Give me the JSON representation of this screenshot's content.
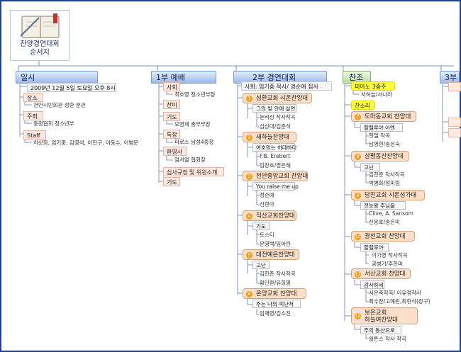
{
  "root": {
    "title_line1": "찬양경연대회",
    "title_line2": "순서지"
  },
  "col1": {
    "header": "일시",
    "date": "2009년 12월 5일 토요일 오후 8시",
    "place_label": "장소",
    "place_value": "천안시민회관 성환 분관",
    "host_label": "주최",
    "host_value": "충청협회 청소년부",
    "staff_label": "Staff",
    "staff_value": "차상화, 엄기중, 김영석, 이한구, 이동수, 이병문"
  },
  "col2": {
    "header": "1부 예배",
    "items": [
      {
        "label": "사회",
        "value": "최호영 청소년부장"
      },
      {
        "label": "찬미",
        "value": ""
      },
      {
        "label": "기도",
        "value": "오영재 총무부장"
      },
      {
        "label": "특창",
        "value": "파로스 남성4중창"
      },
      {
        "label": "환영사",
        "value": "염서열 협회장"
      },
      {
        "label": "심사규정 및 위원소개",
        "value": ""
      },
      {
        "label": "기도",
        "value": ""
      }
    ]
  },
  "col3": {
    "header": "2부 경연대회",
    "mc": "사회: 엄기중 목사/ 경순애 집사",
    "groups": [
      {
        "num": "1",
        "name": "성환교회 시온찬양대",
        "song": "그의 빛 안에 살면",
        "lines": [
          "돈비싱 작사작곡",
          "심상대/김준석"
        ]
      },
      {
        "num": "2",
        "name": "새하늘찬양대",
        "song": "여호와는 하데하다",
        "lines": [
          "F.B. Erebert",
          "임창호/경은혜"
        ]
      },
      {
        "num": "3",
        "name": "천안중앙교회 찬양대",
        "song": "You raise me up",
        "lines": [
          "정순애",
          "신현아"
        ]
      },
      {
        "num": "4",
        "name": "직산교회찬양대",
        "song": "기도",
        "lines": [
          "토스티",
          "문영택/임아란"
        ]
      },
      {
        "num": "5",
        "name": "대전예은찬양대",
        "song": "고난",
        "lines": [
          "김한준 작사작곡",
          "황인환/유희영"
        ]
      },
      {
        "num": "6",
        "name": "온양교회 찬양대",
        "song": "주는 나의 피난처",
        "lines": [
          "임재영/김소진"
        ]
      }
    ]
  },
  "col4": {
    "header": "찬조",
    "special1_label": "피아노 3중주",
    "special1_value": "서하늘/서나라",
    "special2_label": "찬소리",
    "groups": [
      {
        "num": "7",
        "name": "도마동교회 찬양대",
        "song": "할렐루야 아멘",
        "lines": [
          "헨델 작곡",
          "남영현/송은숙"
        ]
      },
      {
        "num": "8",
        "name": "삼평동산찬양대",
        "song": "고난",
        "lines": [
          "김한준 작사작곡",
          "박병화/정미림"
        ]
      },
      {
        "num": "9",
        "name": "당진교회 시온성가대",
        "song": "전능왕 주님을",
        "lines": [
          "Clive, A. Sansom",
          "신용호/송은미"
        ]
      },
      {
        "num": "10",
        "name": "광천교회 찬양대",
        "song": "할렐루야",
        "lines": [
          "이가영 작사작곡",
          "공병기/주한미"
        ]
      },
      {
        "num": "11",
        "name": "서산교회 찬양대",
        "song": "감사하세",
        "lines": [
          "서은축작곡/ 이유정작사",
          "최수찬/고예린,최현석(장구)"
        ]
      },
      {
        "num": "12",
        "name_line1": "보은교회",
        "name_line2": "하늘여찬양대",
        "song": "주의 동산으로",
        "lines": [
          "월튼스 작사 작곡"
        ]
      }
    ]
  },
  "col5": {
    "header": "3부 "
  }
}
